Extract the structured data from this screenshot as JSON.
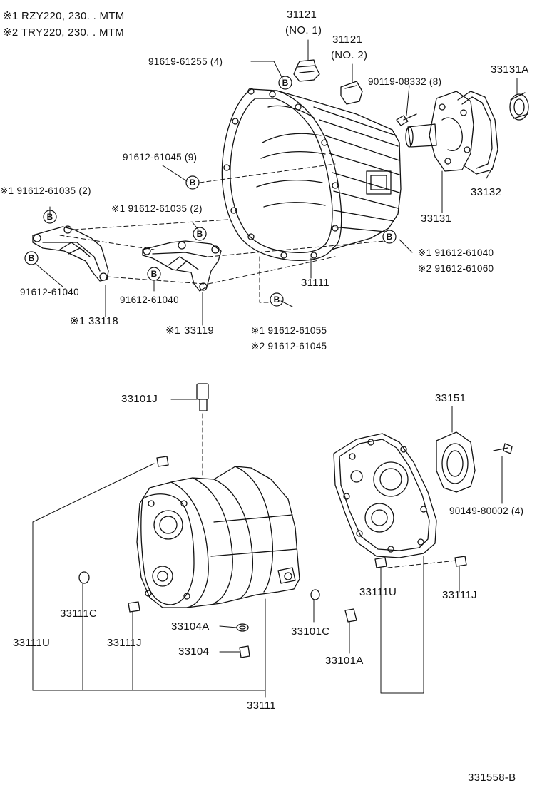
{
  "notes": {
    "note1": "※1 RZY220, 230. . MTM",
    "note2": "※2 TRY220, 230. . MTM"
  },
  "parts": {
    "p31121_no1": "31121",
    "p31121_no1_sub": "(NO. 1)",
    "p31121_no2": "31121",
    "p31121_no2_sub": "(NO. 2)",
    "p91619_61255": "91619-61255 (4)",
    "p90119_08332": "90119-08332 (8)",
    "p33131A": "33131A",
    "p91612_61045_9": "91612-61045 (9)",
    "p33132": "33132",
    "p33131": "33131",
    "p91612_61035_left": "※1 91612-61035 (2)",
    "p91612_61035_mid": "※1 91612-61035 (2)",
    "p91612_61040_right1": "※1 91612-61040",
    "p91612_61060_right2": "※2 91612-61060",
    "p31111": "31111",
    "p91612_61040_left": "91612-61040",
    "p91612_61040_mid": "91612-61040",
    "p33118": "※1 33118",
    "p33119": "※1 33119",
    "p91612_61055": "※1  91612-61055",
    "p91612_61045_b": "※2  91612-61045",
    "p33101J": "33101J",
    "p33151": "33151",
    "p90149_80002": "90149-80002 (4)",
    "p33111C": "33111C",
    "p33111U_left": "33111U",
    "p33111J_left": "33111J",
    "p33104A": "33104A",
    "p33104": "33104",
    "p33101C": "33101C",
    "p33101A": "33101A",
    "p33111U_right": "33111U",
    "p33111J_right": "33111J",
    "p33111": "33111"
  },
  "bolt_marker": "B",
  "diagram_code": "331558-B"
}
